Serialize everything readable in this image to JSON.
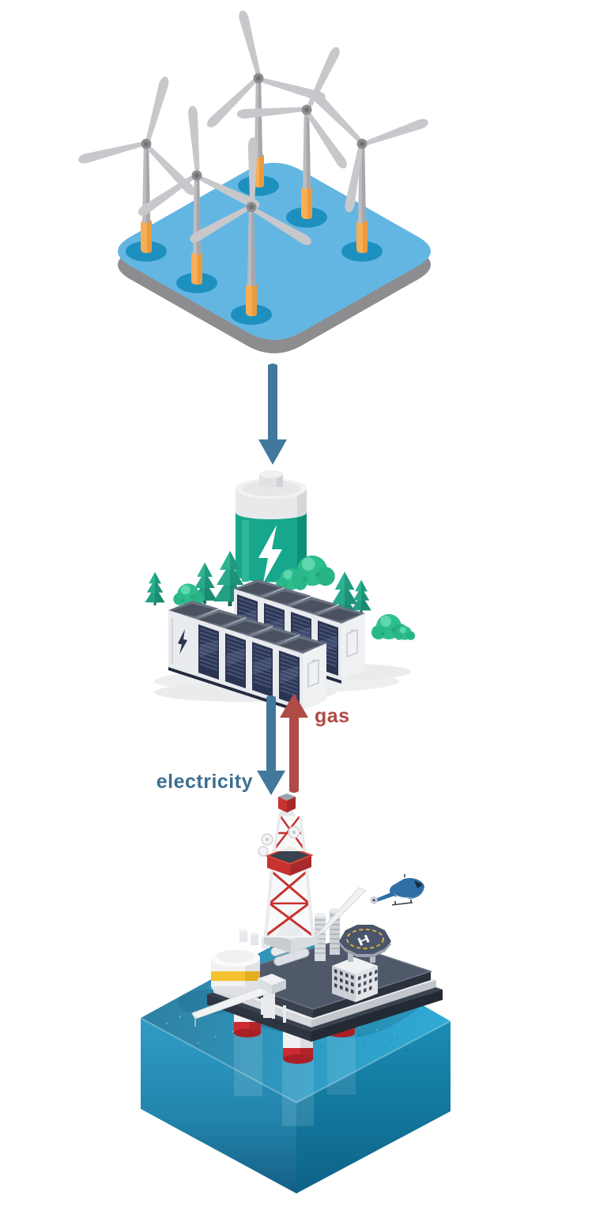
{
  "background_color": "#ffffff",
  "diagram": {
    "kind": "energy-flow-diagram",
    "nodes": [
      {
        "id": "offshore-wind-farm",
        "turbine_count": 6
      },
      {
        "id": "battery-energy-storage",
        "storage_cabinet_count": 9
      },
      {
        "id": "offshore-gas-platform",
        "leg_count": 3
      }
    ],
    "flows": [
      {
        "from": "offshore-wind-farm",
        "to": "battery-energy-storage",
        "label": ""
      },
      {
        "from": "battery-energy-storage",
        "to": "offshore-gas-platform",
        "label": "electricity"
      },
      {
        "from": "offshore-gas-platform",
        "to": "battery-energy-storage",
        "label": "gas"
      }
    ]
  },
  "labels": {
    "electricity": "electricity",
    "gas": "gas",
    "helipad": "H"
  },
  "colors": {
    "arrow_blue": "#41789B",
    "electricity_text": "#3C6E90",
    "arrow_red": "#B04A46",
    "gas_text": "#B04A46",
    "platform_blue": "#64B6E2",
    "platform_edge_gray": "#8D8D90",
    "turbine_base_orange": "#F8AE54",
    "battery_green": "#17A78C",
    "cabinet_panel_navy": "#2B3552",
    "water_top": "#2E9CC4",
    "water_side_dark": "#0D6286",
    "leg_band_red": "#CE2B30",
    "helipad_ring_yellow": "#E9B23B",
    "tank_band_yellow": "#F6C12F"
  },
  "icons": [
    {
      "name": "lightning-bolt-icon",
      "location": "battery"
    },
    {
      "name": "lightning-bolt-icon",
      "location": "storage-cabinet"
    },
    {
      "name": "helipad-h-marking",
      "location": "gas-platform"
    },
    {
      "name": "down-arrow-icon",
      "location": "wind-to-storage"
    },
    {
      "name": "down-arrow-icon",
      "location": "electricity-flow"
    },
    {
      "name": "up-arrow-icon",
      "location": "gas-flow"
    }
  ]
}
